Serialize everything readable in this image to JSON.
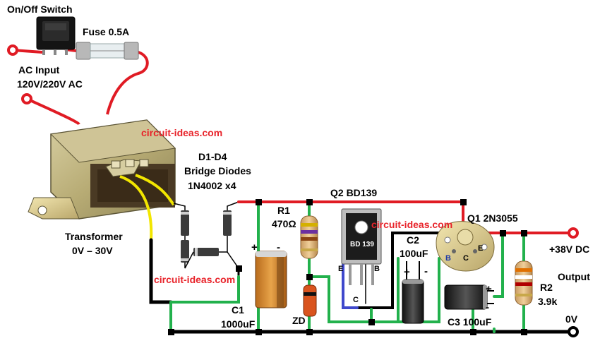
{
  "labels": {
    "switch": "On/Off Switch",
    "fuse": "Fuse 0.5A",
    "ac_input": "AC Input",
    "ac_voltage": "120V/220V AC",
    "diodes_ref": "D1-D4",
    "diodes_name": "Bridge Diodes",
    "diodes_part": "1N4002 x4",
    "transformer": "Transformer",
    "transformer_v": "0V – 30V",
    "r1_ref": "R1",
    "r1_val": "470Ω",
    "q2": "Q2 BD139",
    "q1": "Q1 2N3055",
    "c2_ref": "C2",
    "c2_val": "100uF",
    "out_v": "+38V DC",
    "output": "Output",
    "r2_ref": "R2",
    "r2_val": "3.9k",
    "c1_ref": "C1",
    "c1_val": "1000uF",
    "zd": "ZD",
    "c3": "C3 100uF",
    "zero_v": "0V"
  },
  "watermarks": [
    "circuit-ideas.com",
    "circuit-ideas.com",
    "circuit-ideas.com"
  ],
  "markings": {
    "q2_body": "BD 139",
    "q2_e": "E",
    "q2_c": "C",
    "q2_b": "B",
    "q1_b": "B",
    "q1_c": "C",
    "q1_e": "E",
    "plus": "+",
    "minus": "-"
  },
  "colors": {
    "positive_wire": "#e01b24",
    "ground_wire": "#000000",
    "signal_wire": "#22b14c",
    "ac_wire": "#e01b24",
    "transformer_wire": "#f2e600",
    "base_wire": "#3f48cc",
    "watermark": "#e8232a",
    "terminal": "#e01b24"
  }
}
